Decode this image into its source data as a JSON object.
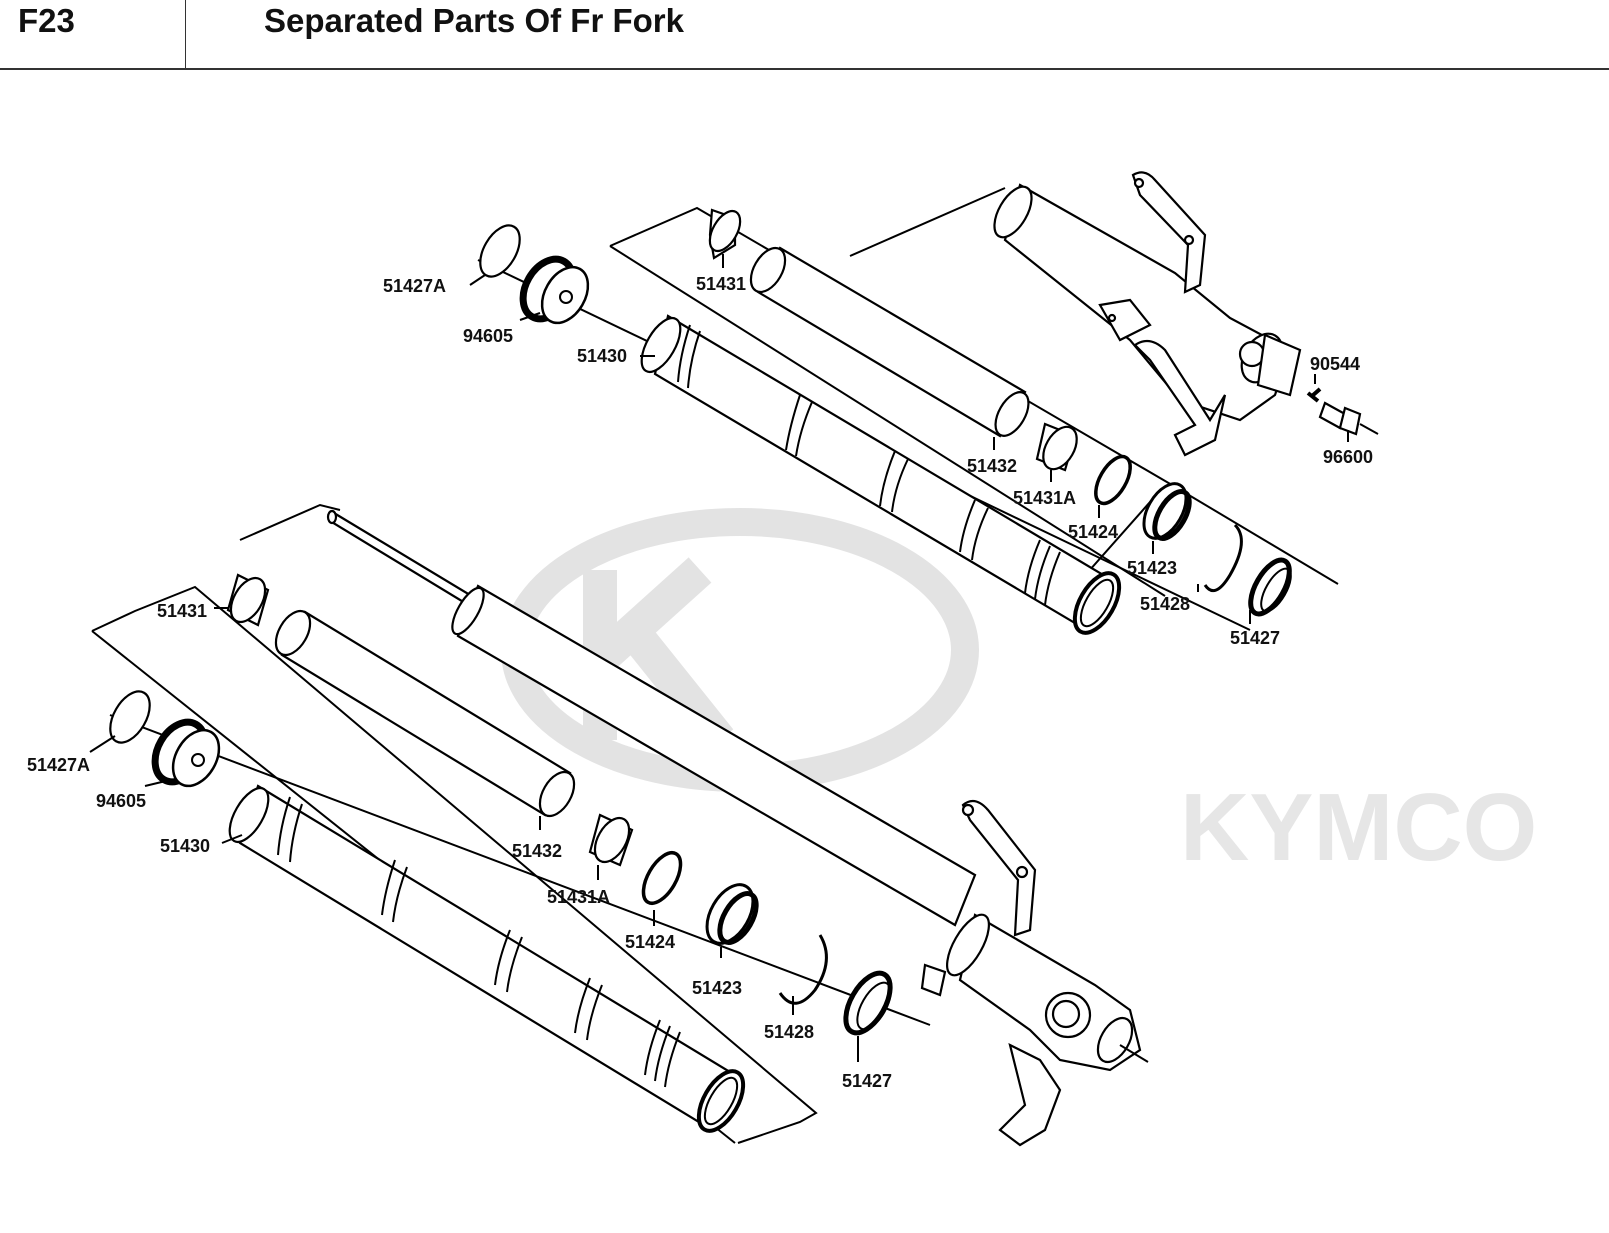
{
  "header": {
    "section_code": "F23",
    "title": "Separated Parts Of Fr Fork"
  },
  "watermark": {
    "brand": "KYMCO",
    "color": "#e3e3e3"
  },
  "upper_assembly": {
    "labels": {
      "cap_oring": "51427A",
      "cap_bolt": "94605",
      "slide_bushing": "51431",
      "inner_tube": "51430",
      "spring": "51432",
      "guide_bushing": "51431A",
      "seal_washer": "51424",
      "oil_seal": "51423",
      "stopper_ring": "51428",
      "dust_seal": "51427",
      "washer": "90544",
      "socket_bolt": "96600"
    }
  },
  "lower_assembly": {
    "labels": {
      "slide_bushing": "51431",
      "cap_oring": "51427A",
      "cap_bolt": "94605",
      "inner_tube": "51430",
      "spring": "51432",
      "guide_bushing": "51431A",
      "seal_washer": "51424",
      "oil_seal": "51423",
      "stopper_ring": "51428",
      "dust_seal": "51427"
    }
  }
}
